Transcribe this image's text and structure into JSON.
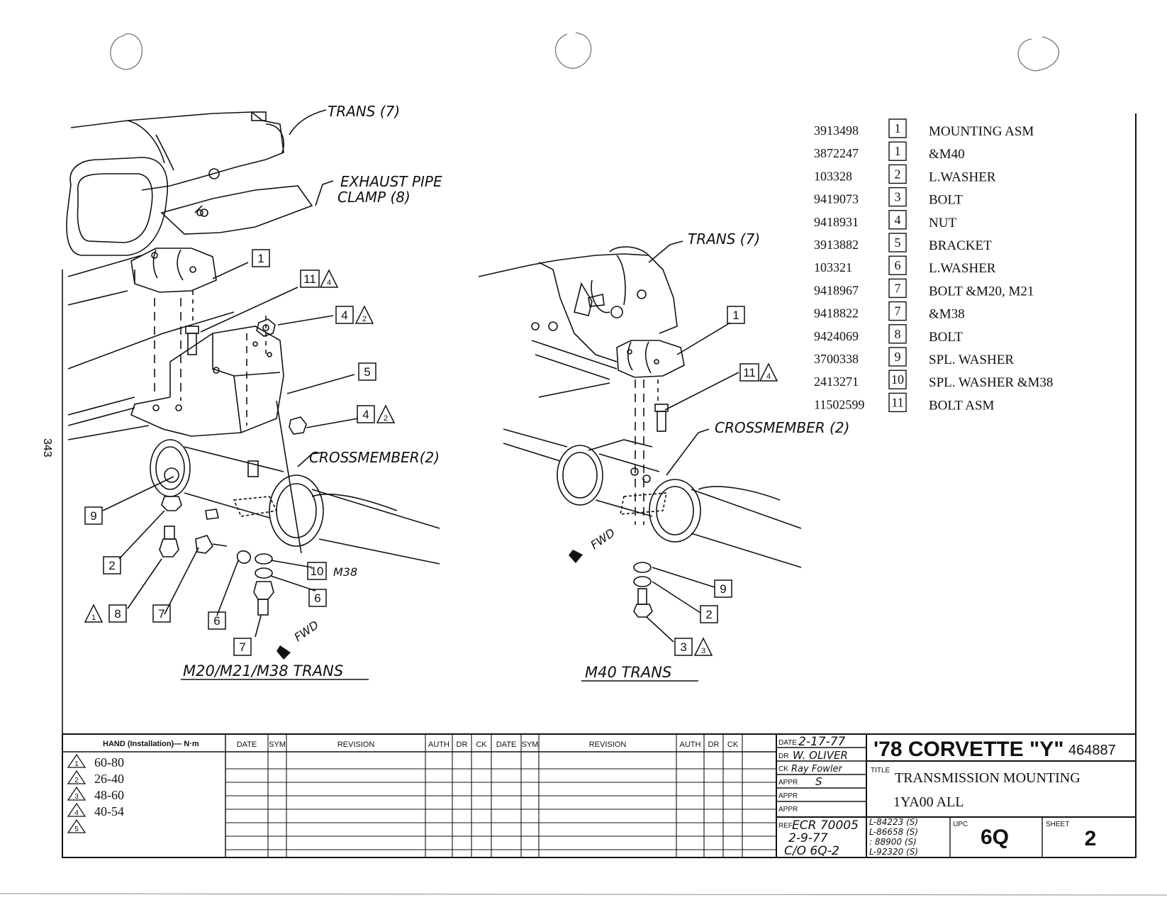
{
  "page_number": "343",
  "drawing_labels": {
    "trans_left": "TRANS (7)",
    "exhaust_line1": "EXHAUST PIPE",
    "exhaust_line2": "CLAMP (8)",
    "crossmember_left": "CROSSMEMBER(2)",
    "m38": "M38",
    "fwd_left": "FWD",
    "caption_left": "M20/M21/M38 TRANS",
    "trans_right": "TRANS (7)",
    "crossmember_right": "CROSSMEMBER (2)",
    "fwd_right": "FWD",
    "caption_right": "M40 TRANS"
  },
  "callouts_left": [
    {
      "num": "1"
    },
    {
      "num": "11",
      "tri": "4"
    },
    {
      "num": "4",
      "tri": "2"
    },
    {
      "num": "5"
    },
    {
      "num": "4",
      "tri": "2"
    },
    {
      "num": "9"
    },
    {
      "num": "2"
    },
    {
      "num": "8",
      "tri": "1"
    },
    {
      "num": "7"
    },
    {
      "num": "6"
    },
    {
      "num": "10"
    },
    {
      "num": "6"
    },
    {
      "num": "7"
    }
  ],
  "callouts_right": [
    {
      "num": "1"
    },
    {
      "num": "11",
      "tri": "4"
    },
    {
      "num": "9"
    },
    {
      "num": "2"
    },
    {
      "num": "3",
      "tri": "3"
    }
  ],
  "parts_list": [
    {
      "part": "3913498",
      "key": "1",
      "desc": "MOUNTING ASM"
    },
    {
      "part": "3872247",
      "key": "1",
      "desc": "&M40"
    },
    {
      "part": "103328",
      "key": "2",
      "desc": "L.WASHER"
    },
    {
      "part": "9419073",
      "key": "3",
      "desc": "BOLT"
    },
    {
      "part": "9418931",
      "key": "4",
      "desc": "NUT"
    },
    {
      "part": "3913882",
      "key": "5",
      "desc": "BRACKET"
    },
    {
      "part": "103321",
      "key": "6",
      "desc": "L.WASHER"
    },
    {
      "part": "9418967",
      "key": "7",
      "desc": "BOLT &M20, M21"
    },
    {
      "part": "9418822",
      "key": "7",
      "desc": "&M38"
    },
    {
      "part": "9424069",
      "key": "8",
      "desc": "BOLT"
    },
    {
      "part": "3700338",
      "key": "9",
      "desc": "SPL. WASHER"
    },
    {
      "part": "2413271",
      "key": "10",
      "desc": "SPL. WASHER &M38"
    },
    {
      "part": "11502599",
      "key": "11",
      "desc": "BOLT ASM"
    }
  ],
  "torque": {
    "header": "HAND (Installation)— N·m",
    "rows": [
      {
        "tri": "1",
        "value": "60-80"
      },
      {
        "tri": "2",
        "value": "26-40"
      },
      {
        "tri": "3",
        "value": "48-60"
      },
      {
        "tri": "4",
        "value": "40-54"
      },
      {
        "tri": "5",
        "value": ""
      }
    ]
  },
  "revision_headers": [
    "DATE",
    "SYM",
    "REVISION",
    "AUTH",
    "DR",
    "CK",
    "DATE",
    "SYM",
    "REVISION",
    "AUTH",
    "DR",
    "CK"
  ],
  "signoff": {
    "date_label": "DATE",
    "date_value": "2-17-77",
    "dr_label": "DR",
    "dr_value": "W. OLIVER",
    "ck_label": "CK",
    "ck_value": "Ray Fowler",
    "appr1_label": "APPR",
    "appr1_value": "S",
    "appr2_label": "APPR",
    "appr3_label": "APPR"
  },
  "title_block": {
    "heading": "'78 CORVETTE \"Y\"",
    "drawing_number": "464887",
    "title_label": "TITLE",
    "title_line1": "TRANSMISSION MOUNTING",
    "title_line2": "1YA00 ALL",
    "ref_label": "REF",
    "ref_line1": "ECR 70005",
    "ref_line2": "2-9-77",
    "ref_line3": "C/O 6Q-2",
    "ecn": [
      "L-84223 (S)",
      "L-86658 (S)",
      ": 88900 (S)",
      "L-92320 (S)"
    ],
    "upc_label": "UPC",
    "upc_value": "6Q",
    "sheet_label": "SHEET",
    "sheet_value": "2"
  }
}
